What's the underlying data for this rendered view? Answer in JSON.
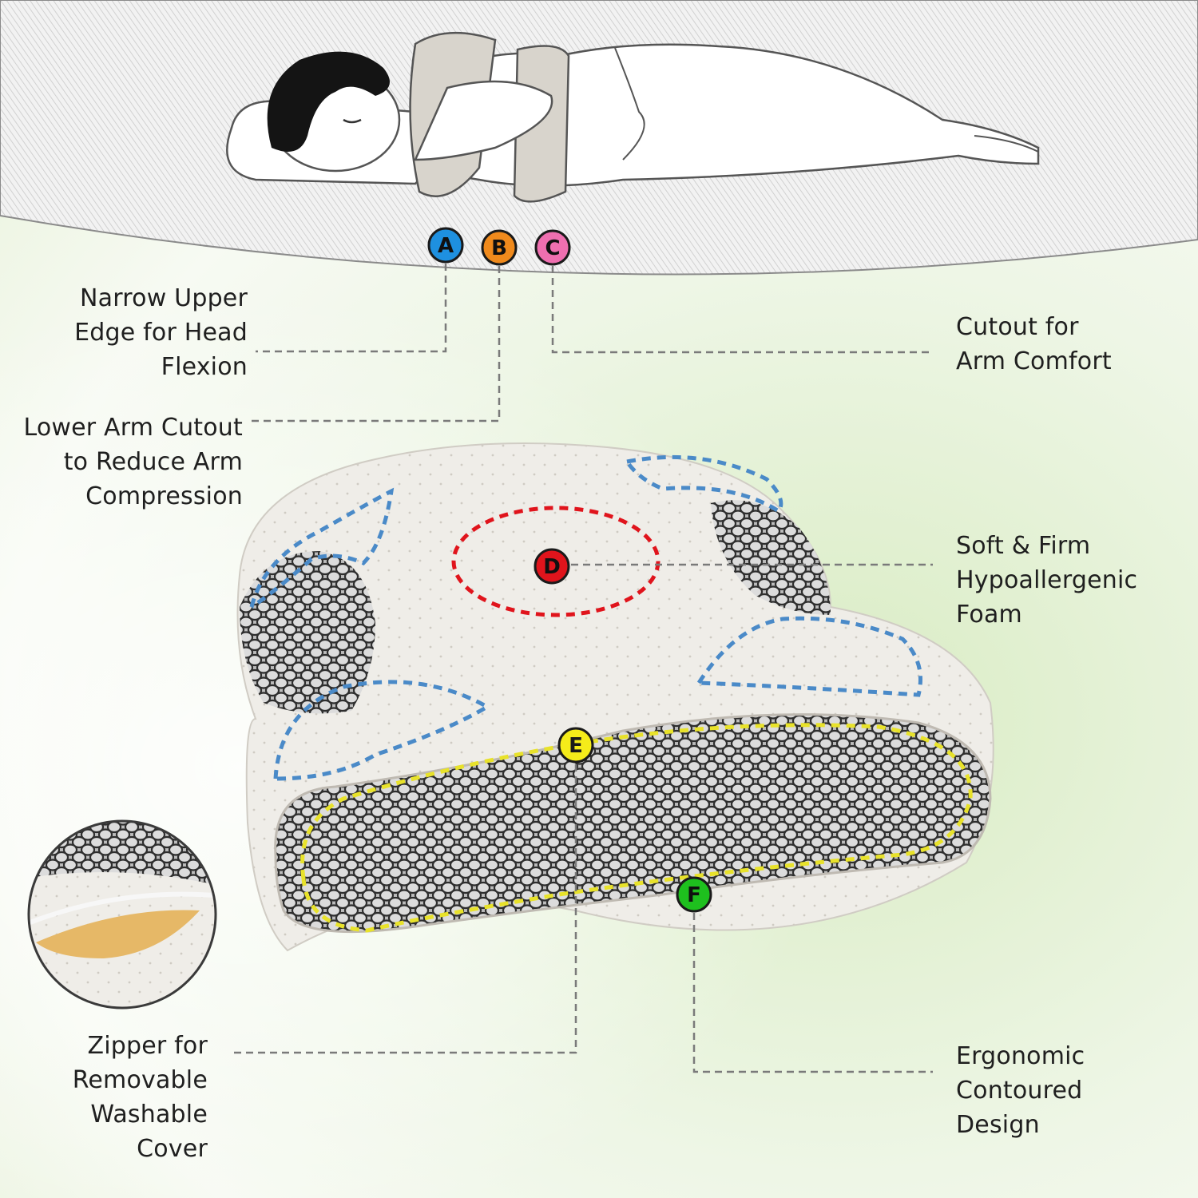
{
  "markers": [
    {
      "letter": "A",
      "color": "#1e90e0"
    },
    {
      "letter": "B",
      "color": "#f08a1c"
    },
    {
      "letter": "C",
      "color": "#ef6fb0"
    },
    {
      "letter": "D",
      "color": "#e0141c"
    },
    {
      "letter": "E",
      "color": "#f5ec1a"
    },
    {
      "letter": "F",
      "color": "#1ec01e"
    }
  ],
  "labels": {
    "a": [
      "Narrow Upper",
      "Edge for Head",
      "Flexion"
    ],
    "b": [
      "Lower Arm Cutout",
      "to Reduce Arm",
      "Compression"
    ],
    "c": [
      "Cutout for",
      "Arm Comfort"
    ],
    "d": [
      "Soft & Firm",
      "Hypoallergenic",
      "Foam"
    ],
    "e": [
      "Zipper for",
      "Removable",
      "Washable",
      "Cover"
    ],
    "f": [
      "Ergonomic",
      "Contoured",
      "Design"
    ]
  }
}
